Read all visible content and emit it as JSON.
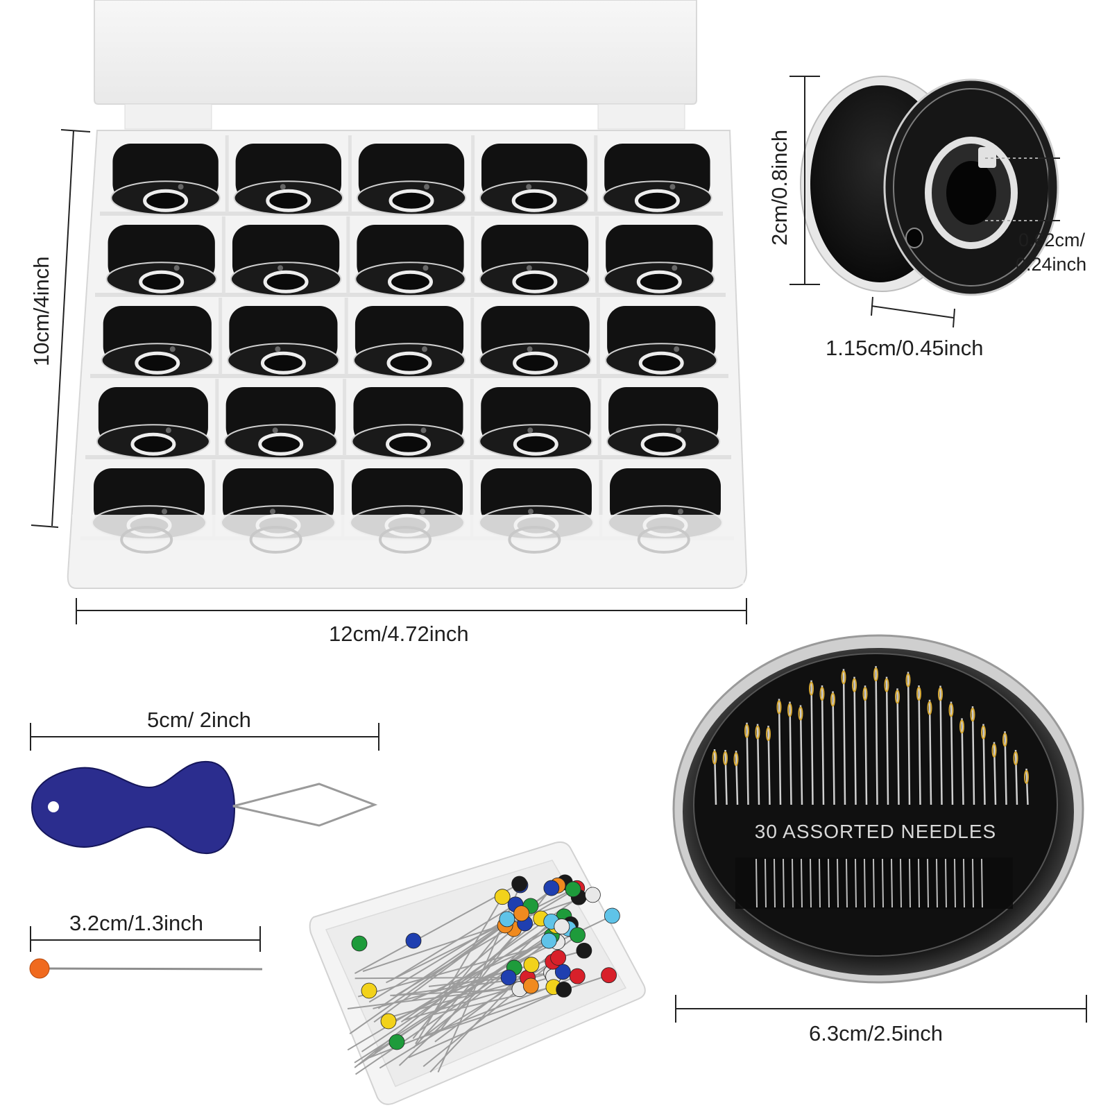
{
  "labels": {
    "box_height": "10cm/4inch",
    "box_width": "12cm/4.72inch",
    "bobbin_height": "2cm/0.8inch",
    "bobbin_hole_1": "0.62cm/",
    "bobbin_hole_2": "0.24inch",
    "bobbin_width": "1.15cm/0.45inch",
    "threader_length": "5cm/ 2inch",
    "pin_length": "3.2cm/1.3inch",
    "needle_case_width": "6.3cm/2.5inch",
    "needle_case_text": "30 ASSORTED  NEEDLES"
  },
  "colors": {
    "thread": "#111111",
    "threader_handle": "#2b2d8e",
    "pin_head": "#f06a1f"
  },
  "bobbin_grid": {
    "rows": 5,
    "cols": 5
  },
  "pin_head_colors": [
    "#e8e8e8",
    "#1e9b3b",
    "#f2d21b",
    "#d8202a",
    "#1a1a1a",
    "#1f3fb0",
    "#f08a1f",
    "#5fc3e8"
  ]
}
